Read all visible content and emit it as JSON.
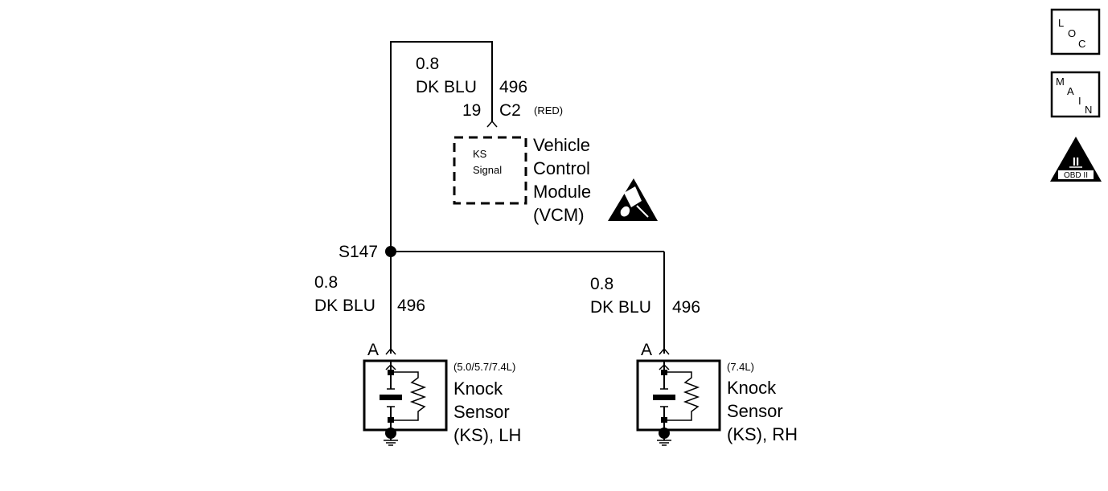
{
  "vcm": {
    "top_wire": {
      "gauge": "0.8",
      "color": "DK BLU",
      "circuit": "496"
    },
    "pin": "19",
    "connector": "C2",
    "connector_color": "(RED)",
    "signal_line1": "KS",
    "signal_line2": "Signal",
    "name_lines": [
      "Vehicle",
      "Control",
      "Module",
      "(VCM)"
    ]
  },
  "splice": {
    "label": "S147"
  },
  "left_branch": {
    "wire": {
      "gauge": "0.8",
      "color": "DK BLU",
      "circuit": "496"
    },
    "terminal": "A",
    "engine": "(5.0/5.7/7.4L)",
    "name_lines": [
      "Knock",
      "Sensor",
      "(KS), LH"
    ]
  },
  "right_branch": {
    "wire": {
      "gauge": "0.8",
      "color": "DK BLU",
      "circuit": "496"
    },
    "terminal": "A",
    "engine": "(7.4L)",
    "name_lines": [
      "Knock",
      "Sensor",
      "(KS), RH"
    ]
  },
  "nav": {
    "loc": {
      "c1": "L",
      "c2": "O",
      "c3": "C"
    },
    "main": {
      "c1": "M",
      "c2": "A",
      "c3": "I",
      "c4": "N"
    },
    "obd": {
      "numeral": "II",
      "text": "OBD II"
    }
  }
}
